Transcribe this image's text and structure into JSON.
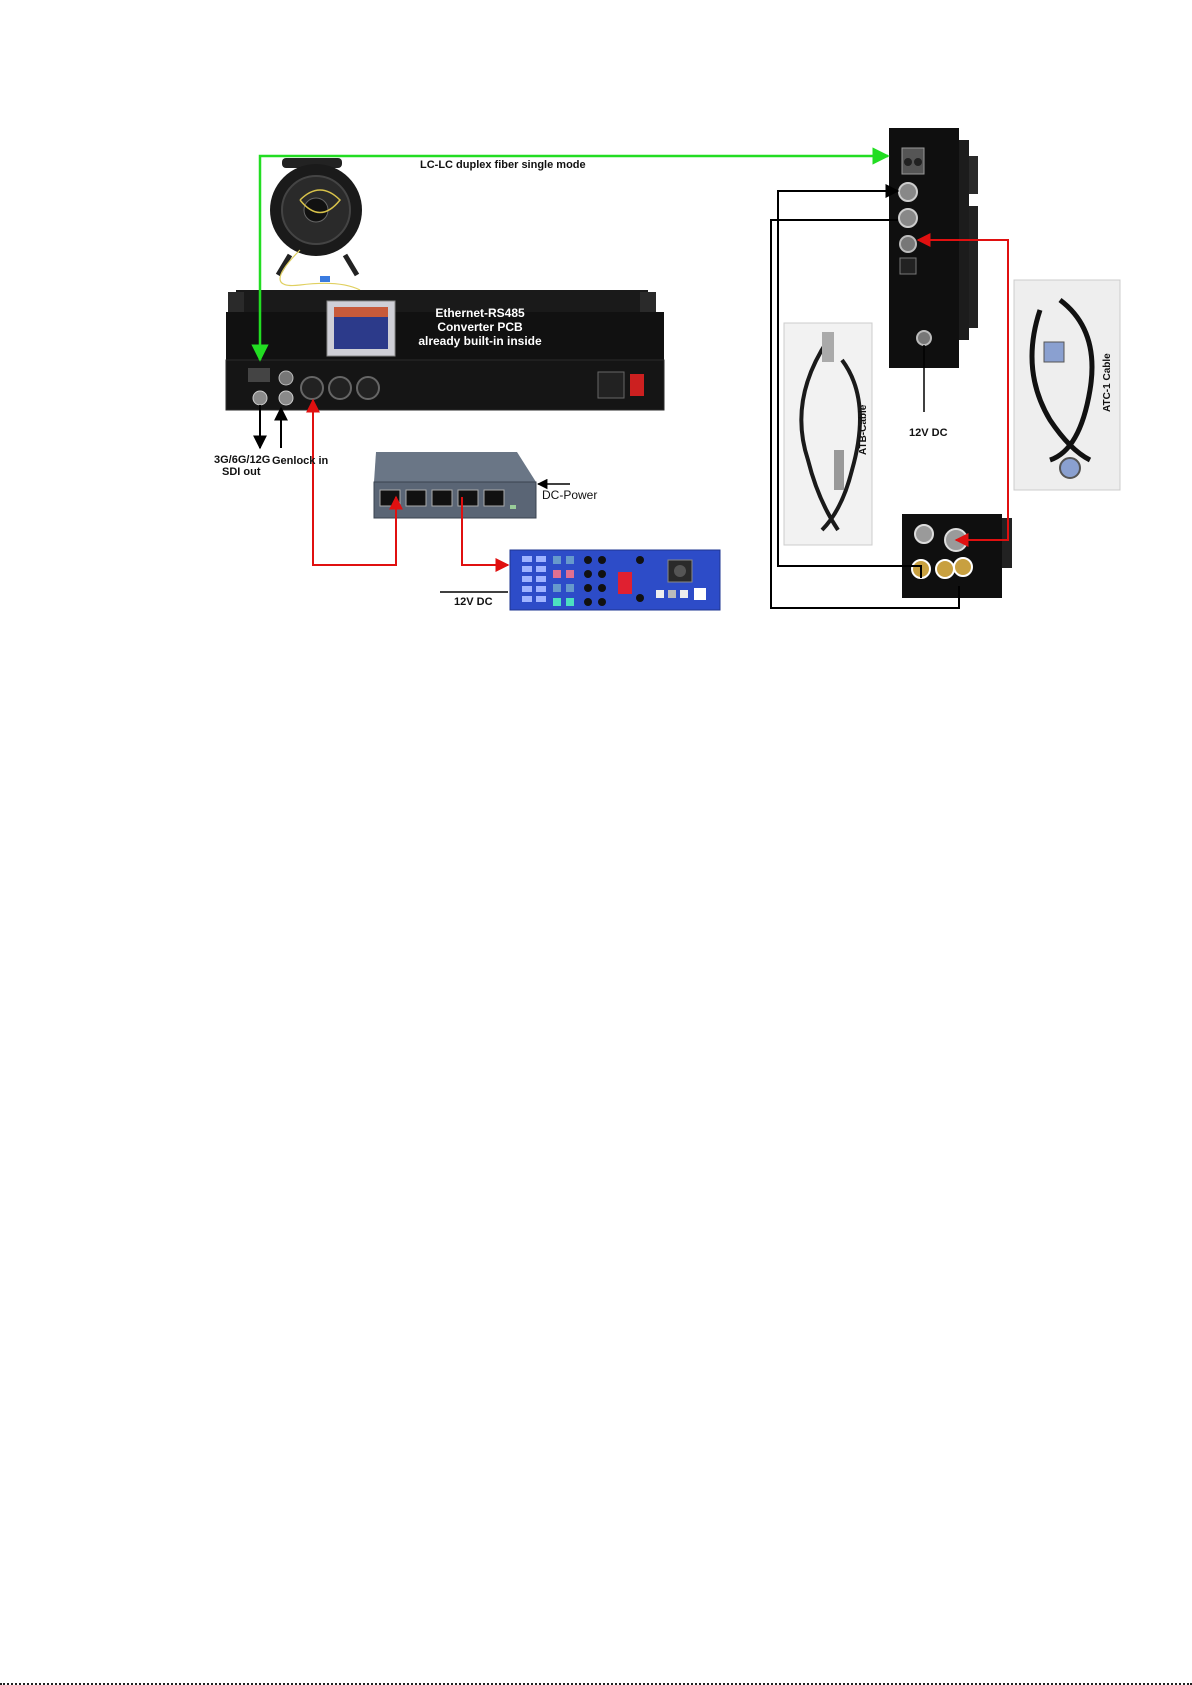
{
  "labels": {
    "fiber": "LC-LC duplex fiber single mode",
    "pcb_line1": "Ethernet-RS485",
    "pcb_line2": "Converter PCB",
    "pcb_line3": "already built-in inside",
    "sdi_line1": "3G/6G/12G",
    "sdi_line2": "SDI out",
    "genlock": "Genlock in",
    "dc_power": "DC-Power",
    "dc_12v_panel": "12V DC",
    "dc_12v_receiver": "12V DC",
    "atb_cable": "ATB-Cable",
    "atc_cable": "ATC-1 Cable"
  },
  "colors": {
    "fiber_line": "#22dd22",
    "control_line": "#e01010",
    "signal_line": "#000000",
    "rack_body": "#111111",
    "switch_body": "#5a6575",
    "panel_body": "#2d4cc8"
  }
}
